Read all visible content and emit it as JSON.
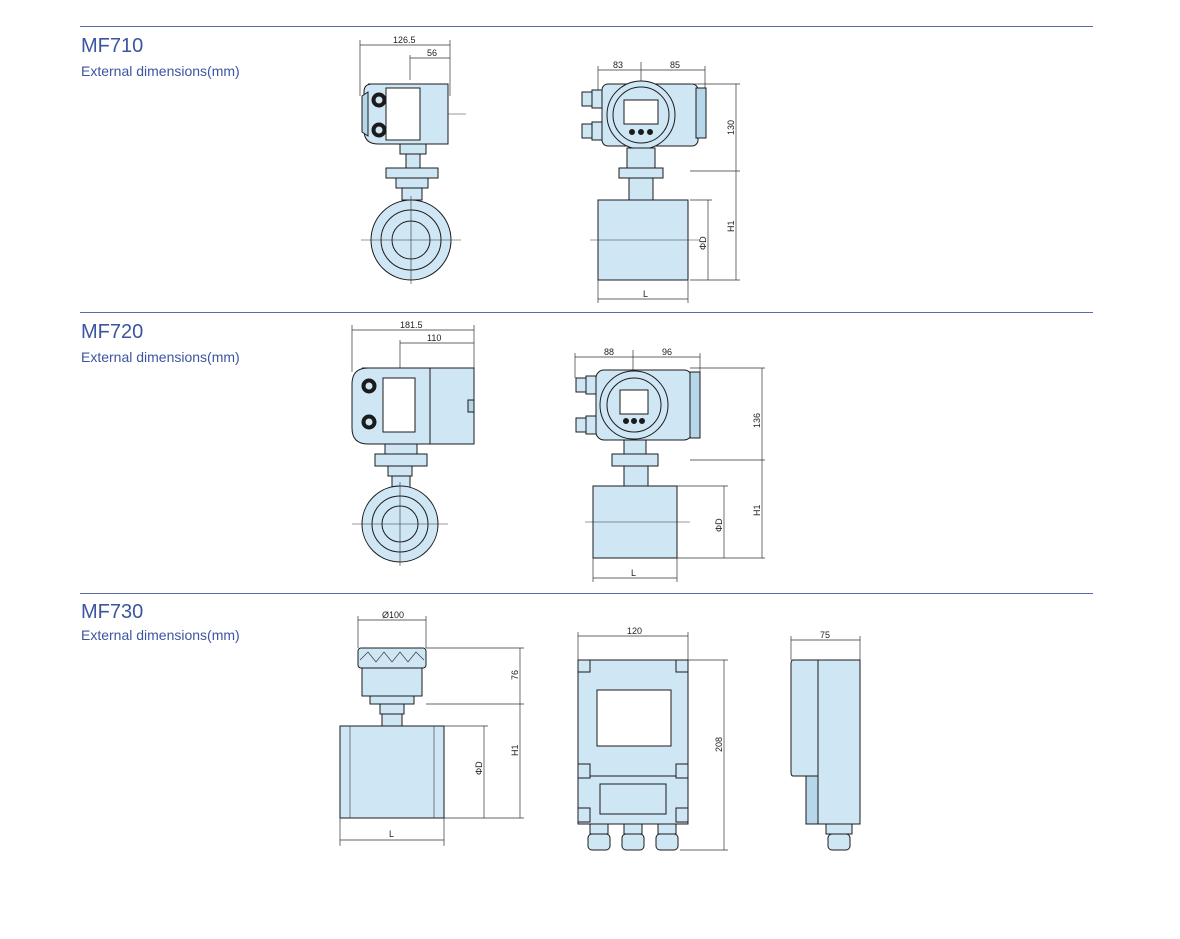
{
  "sections": [
    {
      "model": "MF710",
      "subtitle": "External dimensions(mm)",
      "dims": {
        "side_total": "126.5",
        "side_part": "56",
        "front_left": "83",
        "front_right": "85",
        "head_height": "130",
        "height": "H1",
        "dia": "ΦD",
        "length": "L"
      }
    },
    {
      "model": "MF720",
      "subtitle": "External dimensions(mm)",
      "dims": {
        "side_total": "181.5",
        "side_part": "110",
        "front_left": "88",
        "front_right": "96",
        "head_height": "136",
        "height": "H1",
        "dia": "ΦD",
        "length": "L"
      }
    },
    {
      "model": "MF730",
      "subtitle": "External dimensions(mm)",
      "dims": {
        "head_dia": "Ø100",
        "head_height": "76",
        "height": "H1",
        "dia": "ΦD",
        "length": "L",
        "box_width": "120",
        "box_height": "208",
        "box_depth": "75"
      }
    }
  ],
  "colors": {
    "line": "#5a6aa8",
    "title": "#3b55a0",
    "body": "#cfe6f4",
    "outline": "#1b1b1b"
  }
}
